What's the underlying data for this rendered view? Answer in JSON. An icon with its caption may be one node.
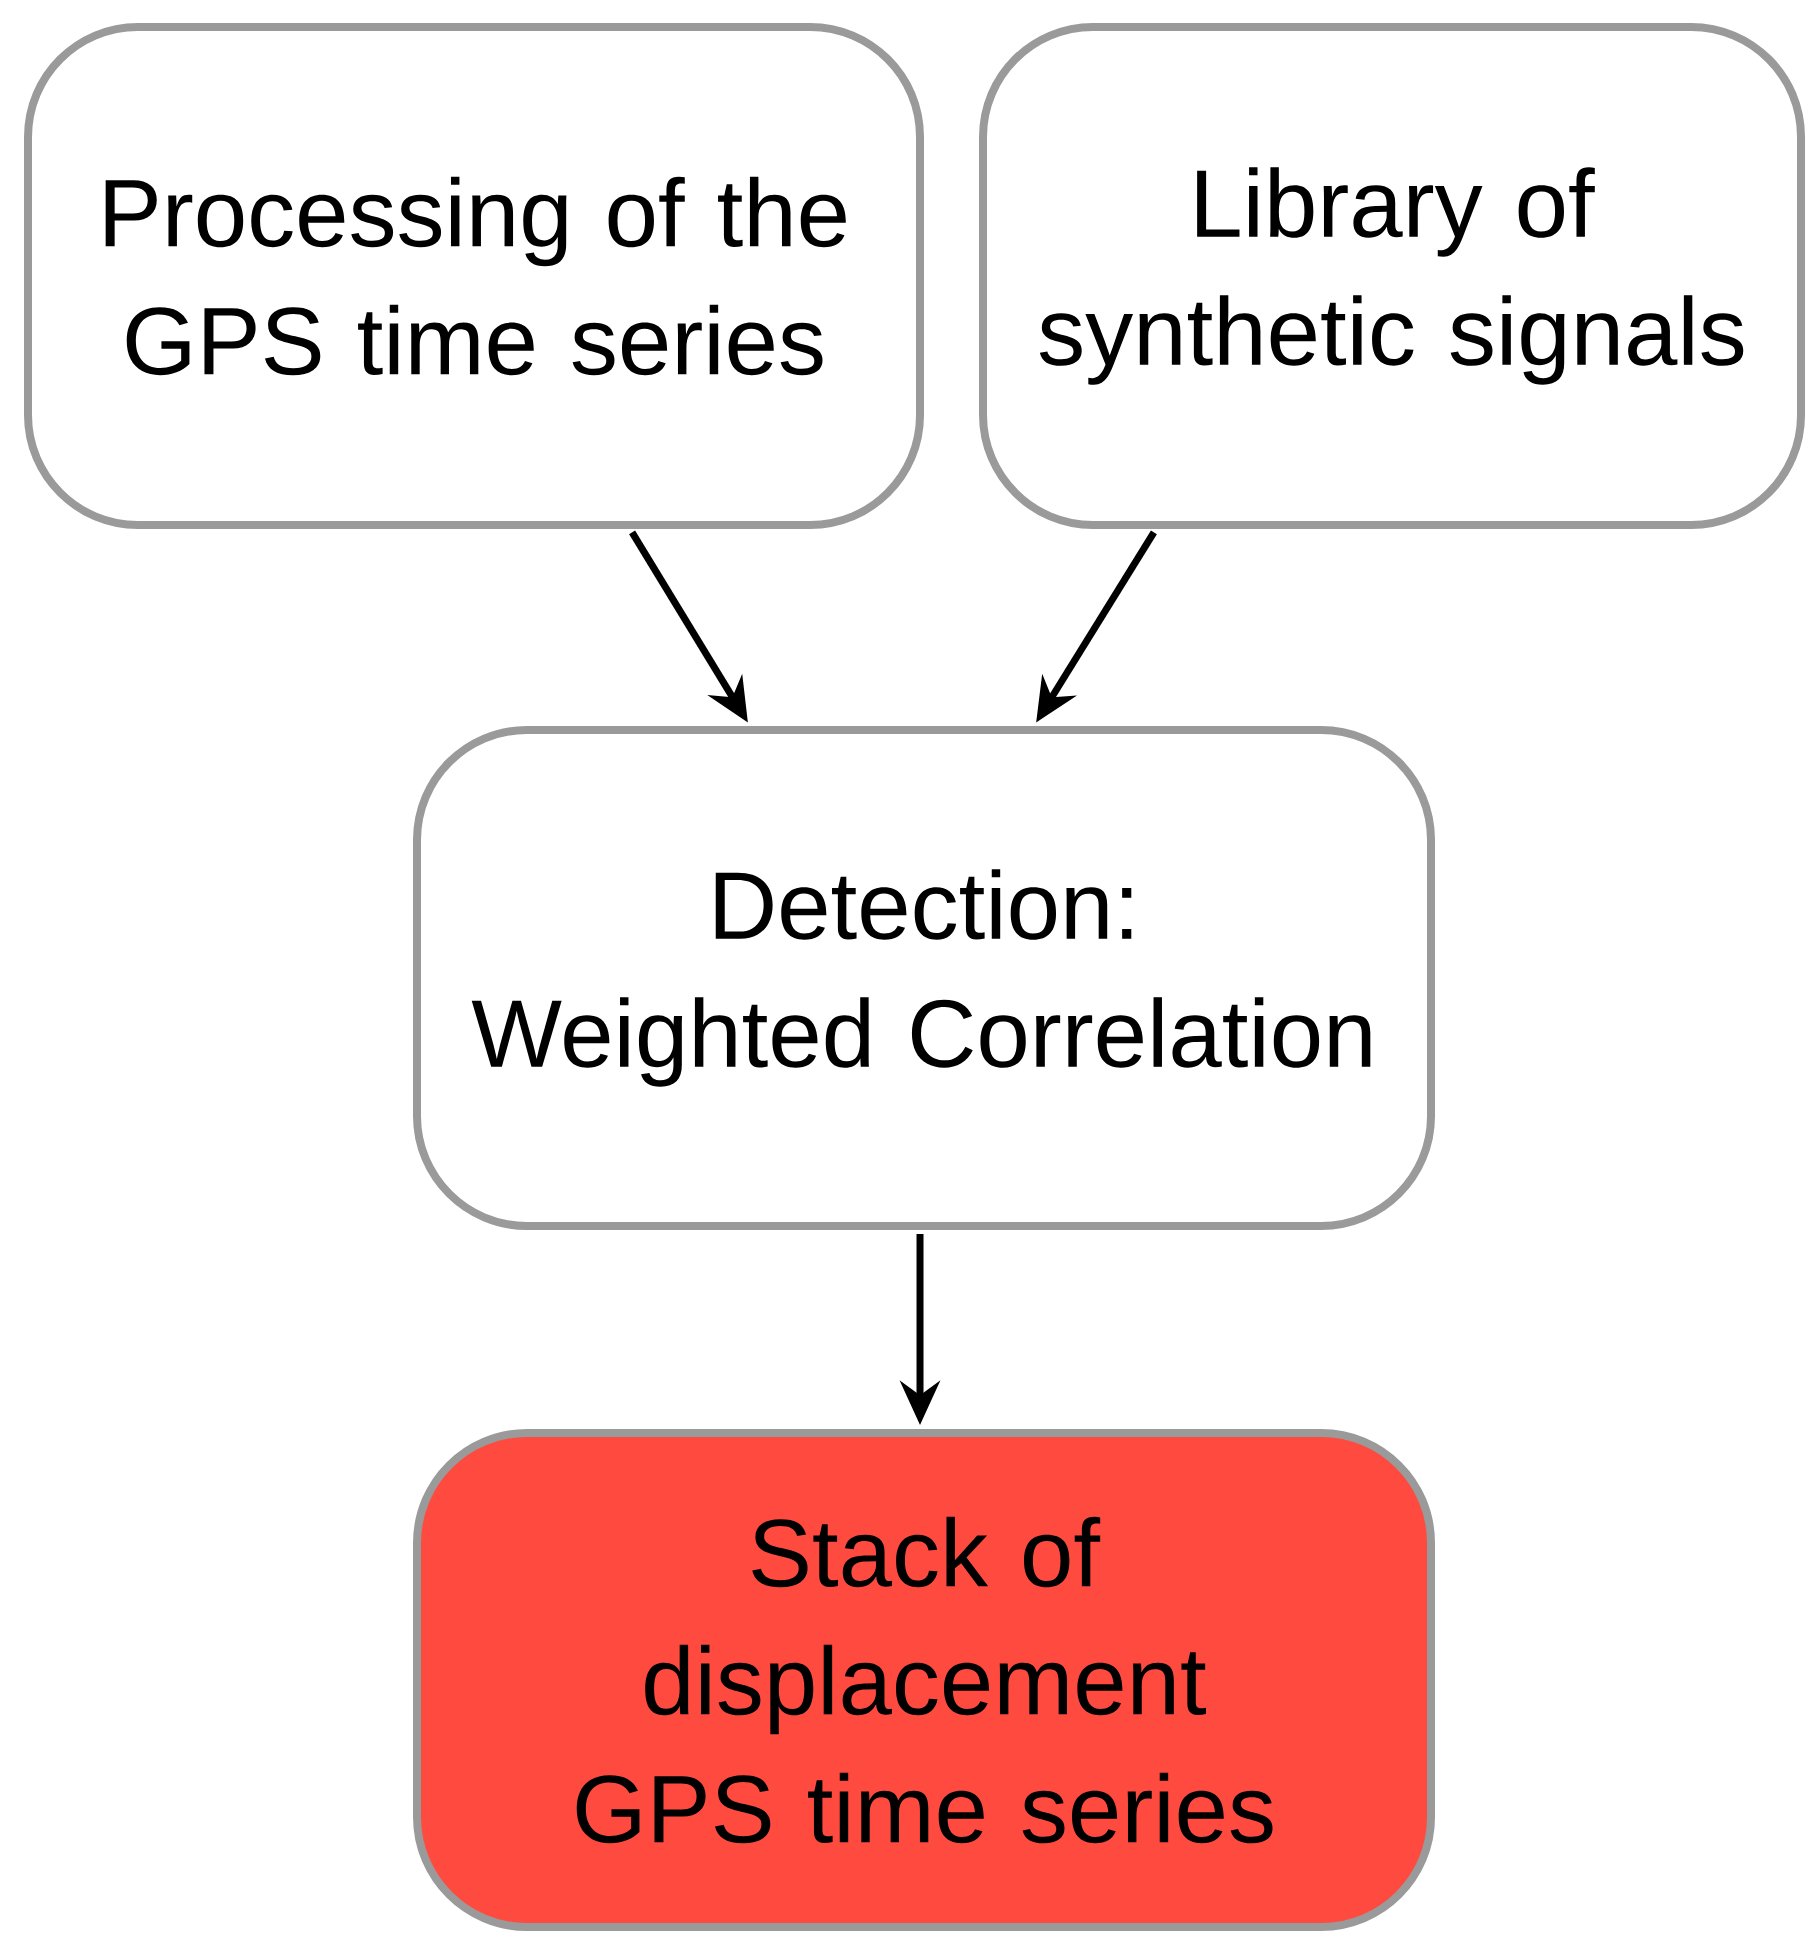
{
  "diagram": {
    "nodes": [
      {
        "text": [
          "Processing of the GPS time series"
        ]
      },
      {
        "text": [
          "Library of synthetic signals"
        ]
      },
      {
        "text": [
          "Detection:",
          "Weighted Correlation"
        ]
      },
      {
        "text": [
          "Stack of displacement GPS time series"
        ]
      }
    ],
    "edges": [
      {
        "from": 0,
        "to": 2,
        "arrow": "to"
      },
      {
        "from": 1,
        "to": 2,
        "arrow": "to"
      },
      {
        "from": 2,
        "to": 3,
        "arrow": "to"
      }
    ]
  }
}
